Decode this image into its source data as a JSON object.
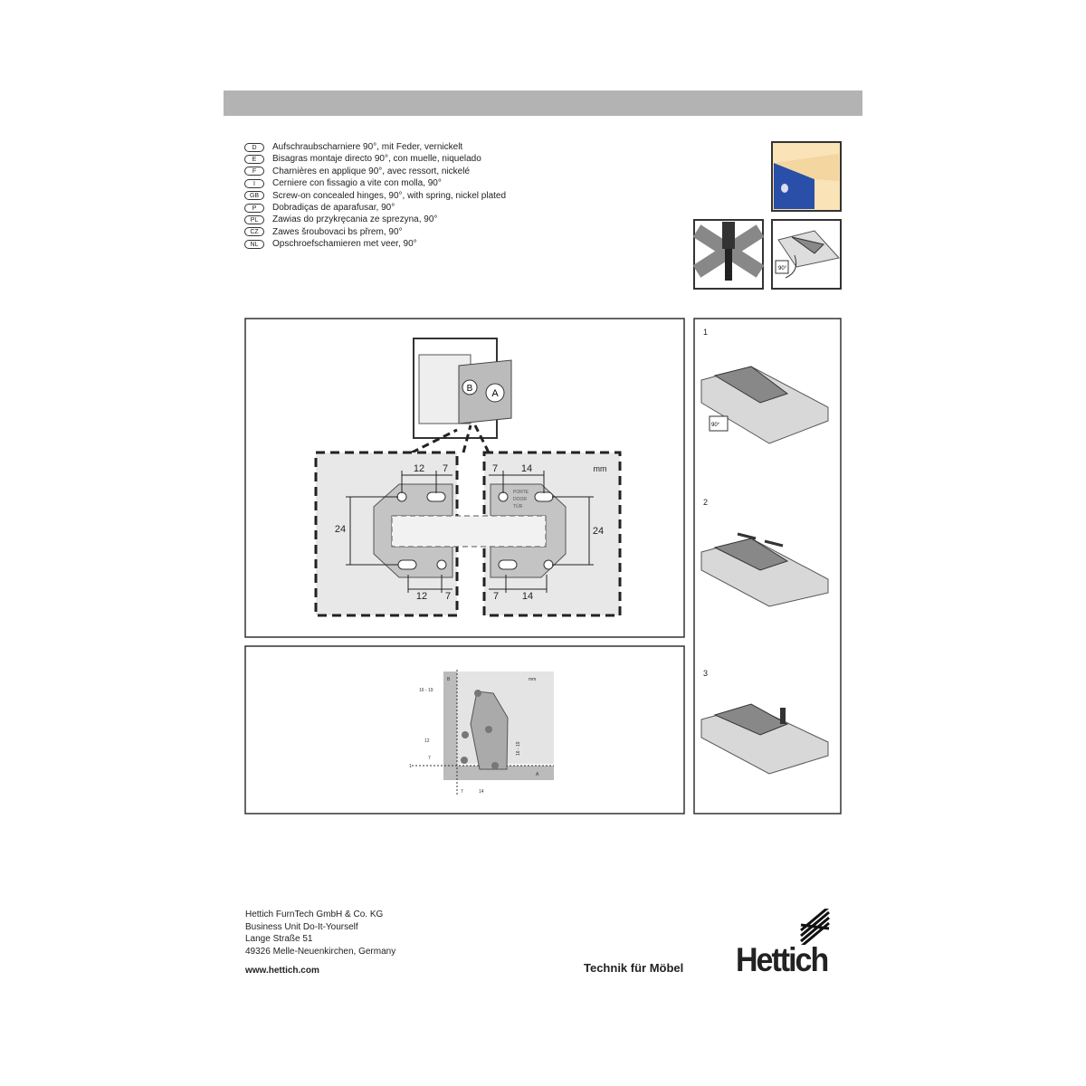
{
  "languages": [
    {
      "code": "D",
      "text": "Aufschraubscharniere 90°, mit Feder, vernickelt"
    },
    {
      "code": "E",
      "text": "Bisagras montaje directo 90°, con muelle, niquelado"
    },
    {
      "code": "F",
      "text": "Charnières en applique 90°, avec ressort, nickelé"
    },
    {
      "code": "I",
      "text": "Cerniere con fissagio a vite con molla, 90°"
    },
    {
      "code": "GB",
      "text": "Screw-on concealed hinges, 90°, with spring, nickel plated"
    },
    {
      "code": "P",
      "text": "Dobradiças de aparafusar, 90°"
    },
    {
      "code": "PL",
      "text": "Zawias do przykręcania ze sprezyna, 90°"
    },
    {
      "code": "CZ",
      "text": "Zawes šroubovaci bs přrem, 90°"
    },
    {
      "code": "NL",
      "text": "Opschroefschamieren met veer, 90°"
    }
  ],
  "thumbnails": {
    "angle_label": "90°"
  },
  "diagram": {
    "label_a": "A",
    "label_b": "B",
    "unit": "mm",
    "dim_12": "12",
    "dim_7": "7",
    "dim_14": "14",
    "dim_24": "24",
    "door_labels": [
      "PORTE",
      "DOOR",
      "TÜR"
    ],
    "side": {
      "unit": "mm",
      "dim_16_19": "16 - 19",
      "dim_12": "12",
      "dim_7": "7",
      "dim_1": "1",
      "dim_14": "14",
      "label_a": "A",
      "label_b": "B"
    }
  },
  "steps": [
    {
      "number": "1",
      "angle": "90°"
    },
    {
      "number": "2"
    },
    {
      "number": "3"
    }
  ],
  "footer": {
    "company": "Hettich FurnTech GmbH & Co. KG",
    "unit": "Business Unit Do-It-Yourself",
    "street": "Lange Straße 51",
    "city": "49326 Melle-Neuenkirchen, Germany",
    "website": "www.hettich.com",
    "slogan": "Technik für Möbel",
    "logo": "Hettich"
  }
}
